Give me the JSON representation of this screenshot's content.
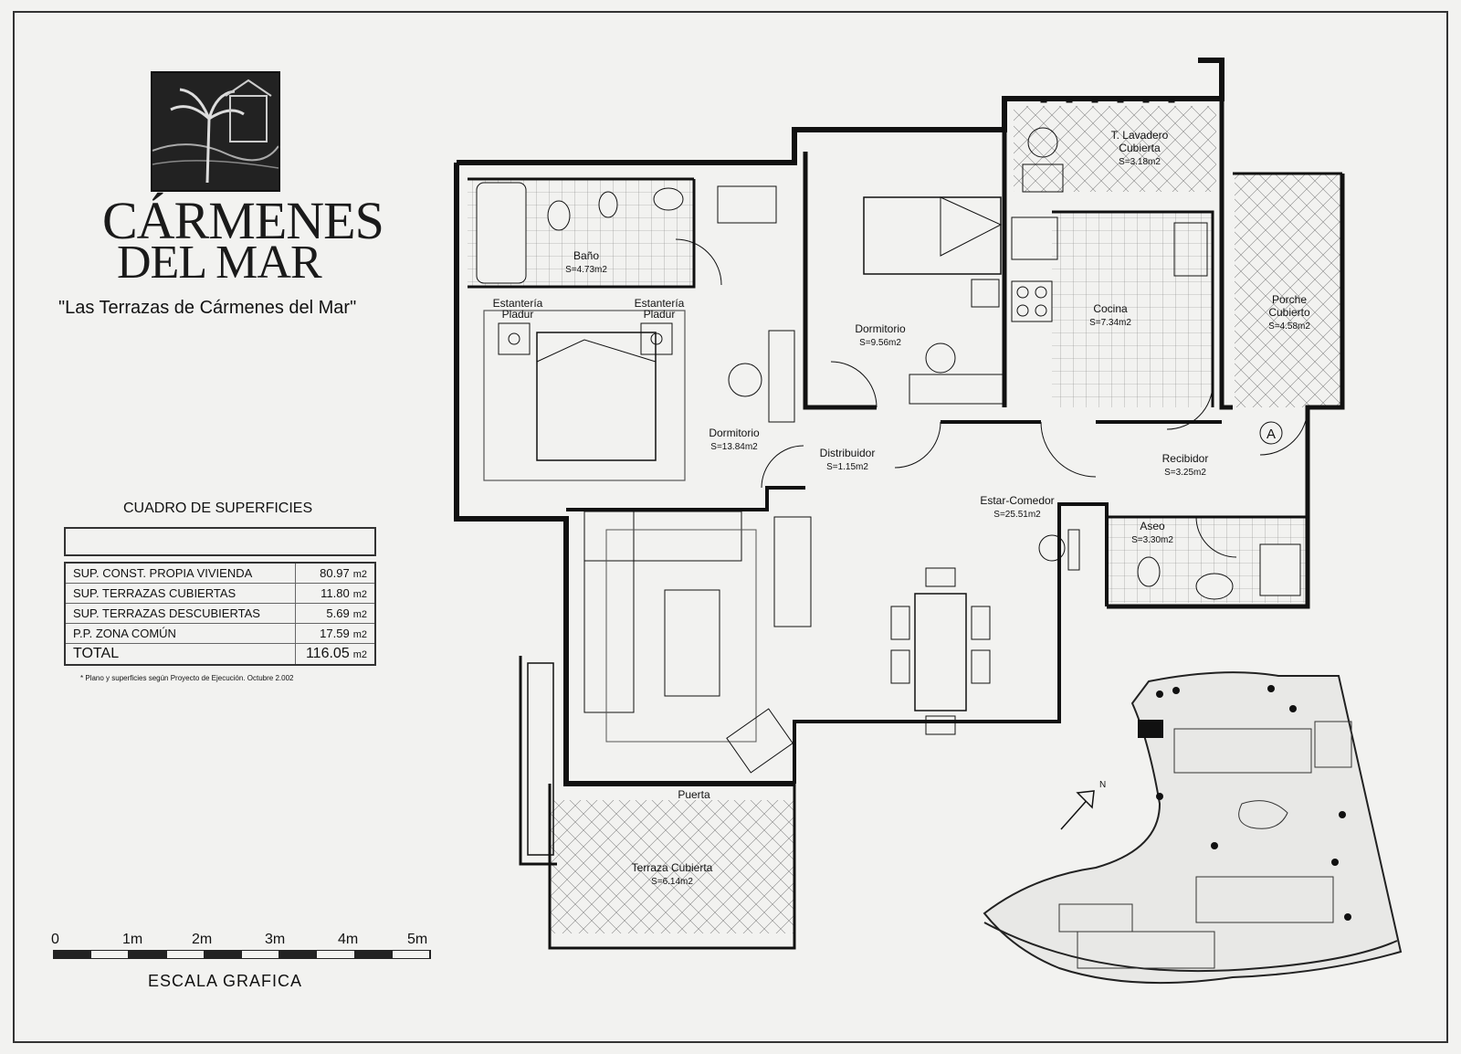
{
  "brand": {
    "line1": "CÁRMENES",
    "line2": "DEL MAR"
  },
  "subtitle": "\"Las Terrazas de Cármenes del Mar\"",
  "table": {
    "title": "CUADRO DE SUPERFICIES",
    "rows": [
      {
        "label": "SUP. CONST. PROPIA VIVIENDA",
        "value": "80.97",
        "unit": "m2"
      },
      {
        "label": "SUP. TERRAZAS CUBIERTAS",
        "value": "11.80",
        "unit": "m2"
      },
      {
        "label": "SUP. TERRAZAS DESCUBIERTAS",
        "value": "5.69",
        "unit": "m2"
      },
      {
        "label": "P.P. ZONA COMÚN",
        "value": "17.59",
        "unit": "m2"
      }
    ],
    "total": {
      "label": "TOTAL",
      "value": "116.05",
      "unit": "m2"
    },
    "footnote": "* Plano y superficies según Proyecto de Ejecución. Octubre 2.002"
  },
  "scale": {
    "ticks": [
      "0",
      "1m",
      "2m",
      "3m",
      "4m",
      "5m"
    ],
    "title": "ESCALA GRAFICA"
  },
  "rooms": {
    "bano": {
      "name": "Baño",
      "area": "S=4.73m2"
    },
    "estanteria1": {
      "name": "Estantería",
      "sub": "Pladur"
    },
    "estanteria2": {
      "name": "Estantería",
      "sub": "Pladur"
    },
    "dormitorio1": {
      "name": "Dormitorio",
      "area": "S=13.84m2"
    },
    "dormitorio2": {
      "name": "Dormitorio",
      "area": "S=9.56m2"
    },
    "distribuidor": {
      "name": "Distribuidor",
      "area": "S=1.15m2"
    },
    "lavadero": {
      "name": "T. Lavadero",
      "sub": "Cubierta",
      "area": "S=3.18m2"
    },
    "cocina": {
      "name": "Cocina",
      "area": "S=7.34m2"
    },
    "porche": {
      "name": "Porche",
      "sub": "Cubierto",
      "area": "S=4.58m2"
    },
    "recibidor": {
      "name": "Recibidor",
      "area": "S=3.25m2"
    },
    "estar": {
      "name": "Estar-Comedor",
      "area": "S=25.51m2"
    },
    "aseo": {
      "name": "Aseo",
      "area": "S=3.30m2"
    },
    "puerta": {
      "name": "Puerta"
    },
    "terraza": {
      "name": "Terraza Cubierta",
      "area": "S=6.14m2"
    }
  },
  "entry_marker": "A",
  "north_mark": "N"
}
